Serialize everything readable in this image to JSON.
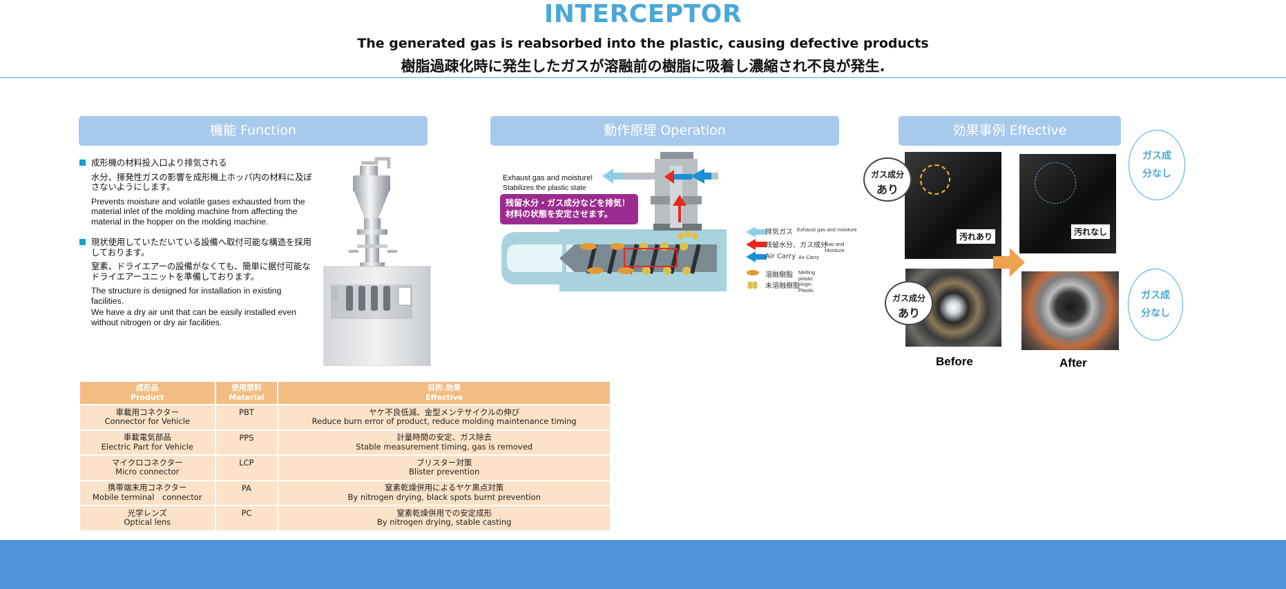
{
  "header": {
    "title": "INTERCEPTOR",
    "subtitle_en": "The generated gas is reabsorbed into the plastic, causing defective products",
    "subtitle_jp": "樹脂過疎化時に発生したガスが溶融前の樹脂に吸着し濃縮され不良が発生."
  },
  "sections": {
    "function": "機能 Function",
    "operation": "動作原理 Operation",
    "effective": "効果事例 Effective"
  },
  "function": {
    "bullet1_jp": "成形機の材料投入口より排気される",
    "para1_jp": "水分、揮発性ガスの影響を成形機上ホッパ内の材料に及ぼさないようにします。",
    "para1_en": "Prevents moisture and volatile gases exhausted from the material inlet of the molding machine from affecting the material in the hopper on the molding machine.",
    "bullet2_jp": "現状使用していただいている設備へ取付可能な構造を採用しております。",
    "para2_jp": "窒素、ドライエアーの設備がなくても、簡単に据付可能なドライエアーユニットを準備しております。",
    "para2_en_a": "The structure is designed for installation in existing facilities.",
    "para2_en_b": "We have a dry air unit that can be easily installed even without nitrogen or dry air facilities."
  },
  "operation": {
    "label_exhaust": "Exhaust gas and moisture!",
    "label_stabilize": "Stabilizes the plastic state",
    "callout_line1": "残留水分・ガス成分などを排気！",
    "callout_line2": "材料の状態を安定させます。",
    "legend": [
      {
        "jp": "排気ガス",
        "en": "Exhaust gas and moisture",
        "color": "#8fcde6"
      },
      {
        "jp": "残留水分、ガス成分",
        "en": "Gas and Moisture",
        "color": "#e8281e"
      },
      {
        "jp": "Air Carry",
        "en": "Air Carry",
        "color": "#1a8fd6"
      },
      {
        "jp": "溶融樹脂",
        "en": "Melting plastic",
        "color": "#e8a23a"
      },
      {
        "jp": "未溶融樹脂",
        "en": "Virgin Plastic",
        "color": "#d8b640"
      }
    ]
  },
  "effective": {
    "tag_dirty": "汚れあり",
    "tag_clean": "汚れなし",
    "gas_yes_1": "ガス成分",
    "gas_yes_2": "あり",
    "gas_no_1": "ガス成",
    "gas_no_2": "分なし",
    "before": "Before",
    "after": "After"
  },
  "table": {
    "headers": [
      {
        "jp": "成形品",
        "en": "Product"
      },
      {
        "jp": "使用原料",
        "en": "Material"
      },
      {
        "jp": "目的.効果",
        "en": "Effective"
      }
    ],
    "rows": [
      {
        "product_jp": "車載用コネクター",
        "product_en": "Connector for Vehicle",
        "material": "PBT",
        "effect_jp": "ヤケ不良低減、金型メンテサイクルの伸び",
        "effect_en": "Reduce burn error of product, reduce molding maintenance timing"
      },
      {
        "product_jp": "車載電気部品",
        "product_en": "Electric Part for Vehicle",
        "material": "PPS",
        "effect_jp": "計量時間の安定、ガス除去",
        "effect_en": "Stable measurement timing, gas is removed"
      },
      {
        "product_jp": "マイクロコネクター",
        "product_en": "Micro connector",
        "material": "LCP",
        "effect_jp": "ブリスター対策",
        "effect_en": "Blister prevention"
      },
      {
        "product_jp": "携帯端末用コネクター",
        "product_en": "Mobile terminal　connector",
        "material": "PA",
        "effect_jp": "窒素乾燥併用によるヤケ黒点対策",
        "effect_en": "By nitrogen drying, black spots burnt prevention"
      },
      {
        "product_jp": "光学レンズ",
        "product_en": "Optical lens",
        "material": "PC",
        "effect_jp": "窒素乾燥併用での安定成形",
        "effect_en": "By nitrogen drying, stable casting"
      }
    ]
  },
  "colors": {
    "accent": "#49a8d8",
    "section_head": "#a7c9ec",
    "table_head": "#f2bd83",
    "table_cell": "#fbe2c8",
    "footer": "#4f94d9"
  }
}
